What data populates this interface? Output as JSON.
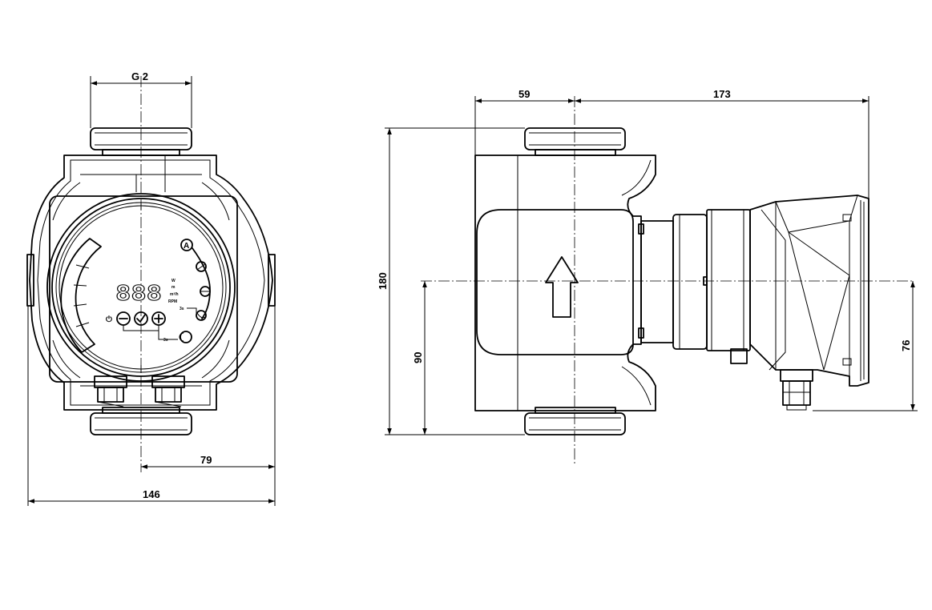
{
  "dimensions": {
    "thread": "G 2",
    "front_center_to_side": "79",
    "front_width": "146",
    "side_left": "59",
    "side_right": "173",
    "side_total_height": "180",
    "side_lower_height": "90",
    "side_motor_height": "76"
  },
  "display": {
    "digits": "888",
    "mode_symbol": "A",
    "unit_w": "W",
    "unit_m": "m",
    "unit_flow": "m³/h",
    "unit_rpm": "RPM",
    "unit_3s_a": "3s",
    "unit_3s_b": "3s"
  }
}
